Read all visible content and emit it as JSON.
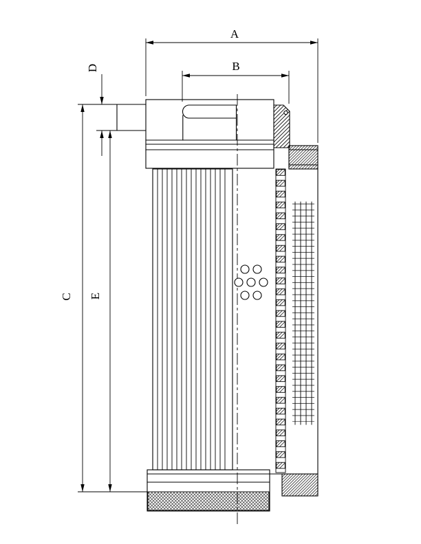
{
  "drawing": {
    "kind": "technical-section-drawing",
    "background_color": "#ffffff",
    "line_color": "#000000",
    "dimension_labels": {
      "a": "A",
      "b": "B",
      "c": "C",
      "d": "D",
      "e": "E"
    }
  }
}
